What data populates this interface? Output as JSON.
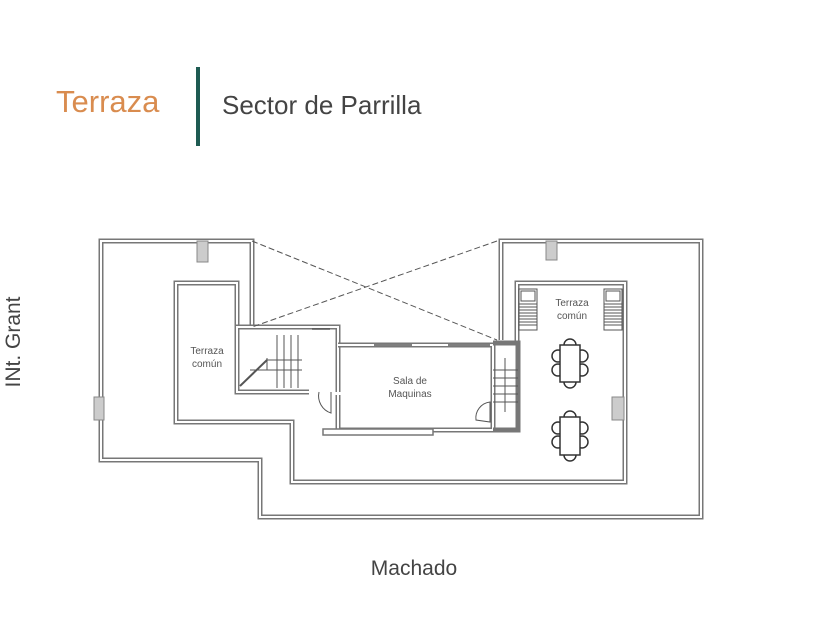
{
  "header": {
    "title": "Terraza",
    "subtitle": "Sector de Parrilla"
  },
  "streets": {
    "left": "INt. Grant",
    "bottom": "Machado"
  },
  "rooms": {
    "terrace_left": [
      "Terraza",
      "común"
    ],
    "machine_room": [
      "Sala de",
      "Maquinas"
    ],
    "terrace_right": [
      "Terraza",
      "común"
    ]
  },
  "colors": {
    "title": "#d98c4f",
    "divider": "#1e5b52",
    "walls": "#777777",
    "columns": "#cccccc"
  }
}
